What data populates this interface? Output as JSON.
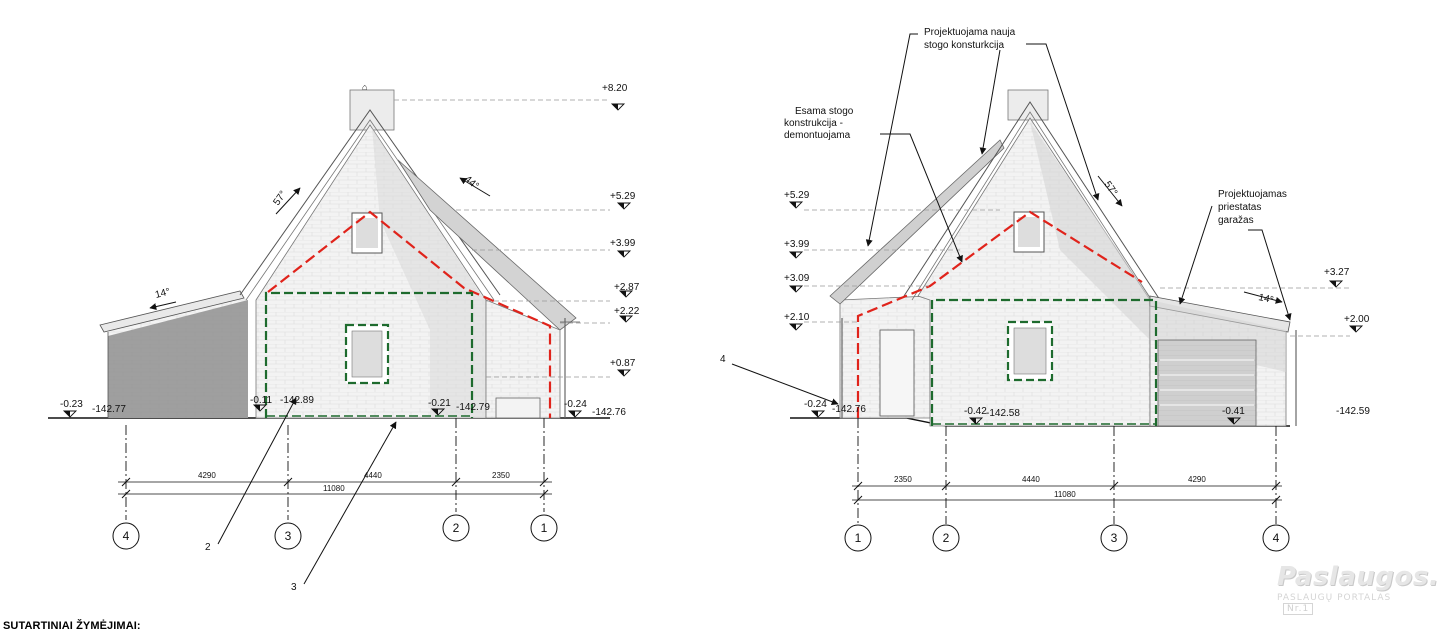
{
  "left_elevation": {
    "levels": {
      "top": "+8.20",
      "l529": "+5.29",
      "l399": "+3.99",
      "l287": "+2.87",
      "l222": "+2.22",
      "l087": "+0.87"
    },
    "slopes": {
      "s57": "57°",
      "s44": "44°",
      "s14": "14°"
    },
    "ground_marks": {
      "g1_level": "-0.23",
      "g1_abs": "-142.77",
      "g2_level": "-0.11",
      "g2_abs": "-142.89",
      "g3_level": "-0.21",
      "g3_abs": "-142.79",
      "g4_level": "-0.24",
      "g4_abs": "-142.76"
    },
    "dimensions": {
      "d1": "4290",
      "d2": "4440",
      "d3": "2350",
      "total": "11080"
    },
    "axes": [
      "4",
      "3",
      "2",
      "1"
    ],
    "callouts": {
      "c2": "2",
      "c3": "3"
    }
  },
  "right_elevation": {
    "levels": {
      "l529": "+5.29",
      "l399": "+3.99",
      "l309": "+3.09",
      "l210": "+2.10",
      "l327": "+3.27",
      "l200": "+2.00"
    },
    "slopes": {
      "s57": "57°",
      "s14": "14°"
    },
    "ground_marks": {
      "g1_level": "-0.24",
      "g1_abs": "-142.76",
      "g2_level": "-0.42",
      "g2_abs": "-142.58",
      "g3_level": "-0.41",
      "g3_abs": "-142.59"
    },
    "dimensions": {
      "d1": "2350",
      "d2": "4440",
      "d3": "4290",
      "total": "11080"
    },
    "axes": [
      "1",
      "2",
      "3",
      "4"
    ],
    "callouts": {
      "c4": "4"
    },
    "notes": {
      "new_roof_line1": "Projektuojama nauja",
      "new_roof_line2": "stogo konsturkcija",
      "existing_roof_line1": "Esama stogo",
      "existing_roof_line2": "konstrukcija -",
      "existing_roof_line3": "demontuojama",
      "garage_line1": "Projektuojamas",
      "garage_line2": "priestatas",
      "garage_line3": "garažas"
    }
  },
  "legend": {
    "title": "SUTARTINIAI ŽYMĖJIMAI:"
  },
  "watermark": {
    "logo": "Paslaugos.lt",
    "tagline": "PASLAUGŲ PORTALAS",
    "badge": "Nr.1"
  },
  "colors": {
    "ink": "#111111",
    "brick": "#f0f0f0",
    "mortar": "#e2e2e2",
    "red_dash": "#e0231b",
    "green_dash": "#1e6b2e",
    "roof": "#8c8c8c",
    "shadow": "#d8d8d8"
  }
}
